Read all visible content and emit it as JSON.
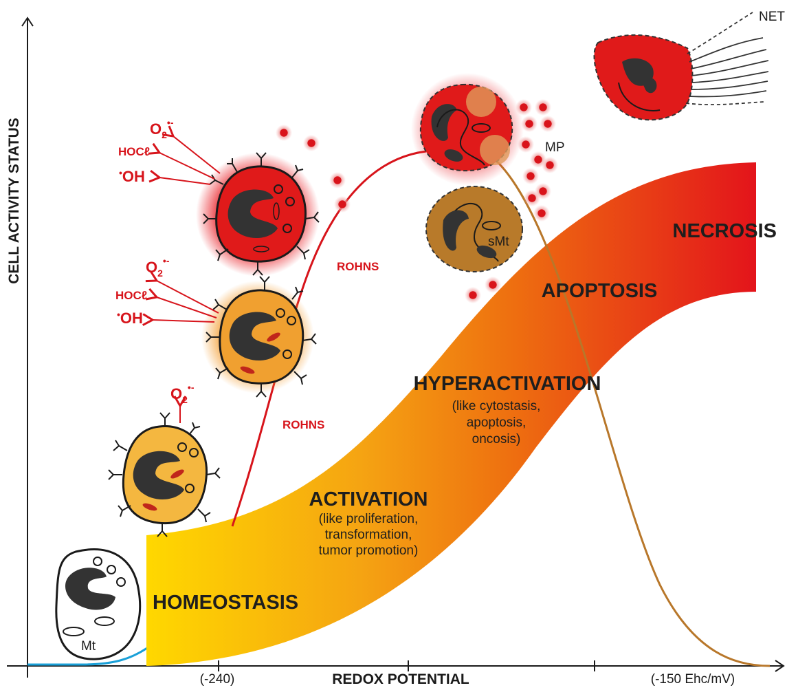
{
  "axes": {
    "y_label": "CELL ACTIVITY STATUS",
    "x_label": "REDOX POTENTIAL",
    "x_tick_left": "(-240)",
    "x_tick_right": "(-150 Ehc/mV)"
  },
  "stages": {
    "homeostasis": "HOMEOSTASIS",
    "activation": {
      "title": "ACTIVATION",
      "lines": [
        "(like proliferation,",
        "transformation,",
        "tumor promotion)"
      ]
    },
    "hyperactivation": {
      "title": "HYPERACTIVATION",
      "lines": [
        "(like cytostasis,",
        "apoptosis,",
        "oncosis)"
      ]
    },
    "apoptosis": "APOPTOSIS",
    "necrosis": "NECROSIS"
  },
  "species": {
    "superoxide": "O",
    "superoxide_sub": "2",
    "superoxide_sup": "•-",
    "hypochlorous": "HOCℓ",
    "hydroxyl_dot": "•",
    "hydroxyl": "OH"
  },
  "rohns_label": "ROHNS",
  "cell_labels": {
    "mitochondria": "Mt",
    "swollen_mitochondria": "sMt",
    "microparticles": "MP",
    "net": "NET"
  },
  "colors": {
    "ros_red": "#d7141b",
    "band_start": "#ffd800",
    "band_mid": "#f07a10",
    "band_end": "#e3141b",
    "cell_yellow": "#f4b740",
    "cell_orange": "#f0a030",
    "cell_red": "#e01a1a",
    "cell_brown": "#b87a2a",
    "nucleus": "#333333",
    "baseline_blue": "#1aa0d8",
    "decline_brown": "#b8772a"
  }
}
